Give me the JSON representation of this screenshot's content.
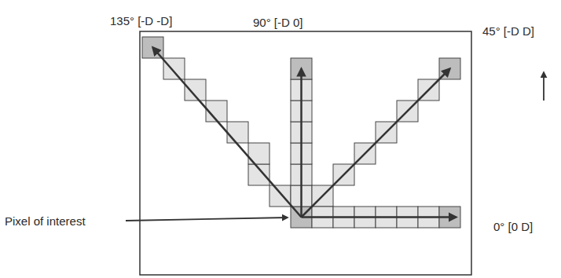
{
  "diagram": {
    "labels": [
      "135° [-D -D]",
      "90° [-D 0]",
      "45° [-D D]",
      "0° [0 D]",
      "Pixel of interest"
    ]
  }
}
